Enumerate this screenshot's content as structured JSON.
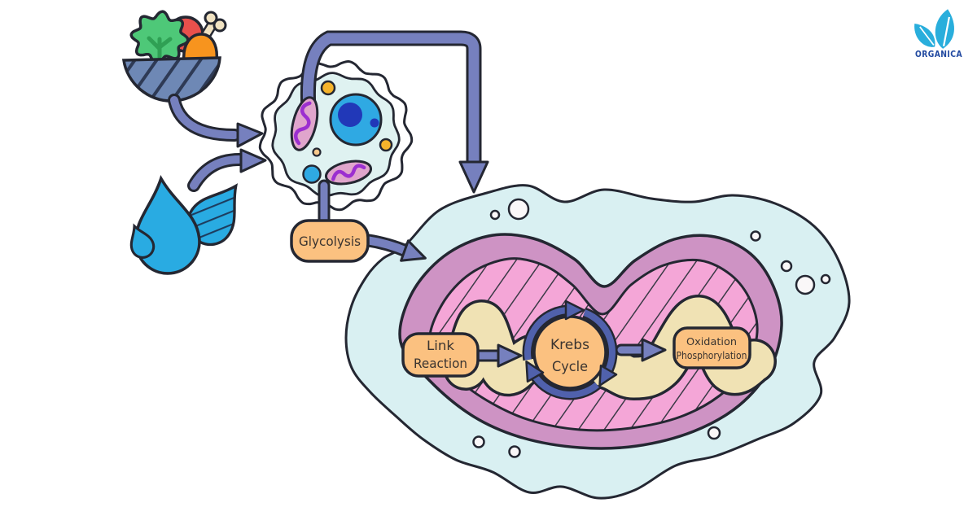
{
  "brand": {
    "name": "ORGANICA",
    "logo_icon": "leaves-icon",
    "leaf_color": "#29AEDC",
    "text_color": "#2149A0"
  },
  "stages": {
    "glycolysis": {
      "label": "Glycolysis"
    },
    "link_reaction": {
      "line1": "Link",
      "line2": "Reaction"
    },
    "krebs_cycle": {
      "line1": "Krebs",
      "line2": "Cycle"
    },
    "oxidative_phosphorylation": {
      "line1": "Oxidation",
      "line2": "Phosphorylation"
    }
  },
  "inputs": {
    "food": "food-bowl-icon",
    "water": "water-droplets-icon"
  },
  "structures": {
    "cell": "animal-cell",
    "organelle": "mitochondrion"
  },
  "colors": {
    "arrow": "#7680BE",
    "krebs_ring": "#5061AC",
    "label_fill": "#FBC180",
    "cytoplasm_blob": "#D9F0F2",
    "mito_membrane": "#CE93C4",
    "mito_matrix": "#F4A6D7",
    "cristae_ribbon": "#F0E2B4",
    "cell_fill": "#DFF2F1",
    "nucleus": "#2FA9E3",
    "nucleolus": "#2138B8",
    "water": "#29ABE2",
    "bowl": "#6E88B5",
    "lettuce": "#4EC878",
    "tomato": "#E8504C",
    "drumstick": "#F7941E",
    "outline": "#242732"
  }
}
